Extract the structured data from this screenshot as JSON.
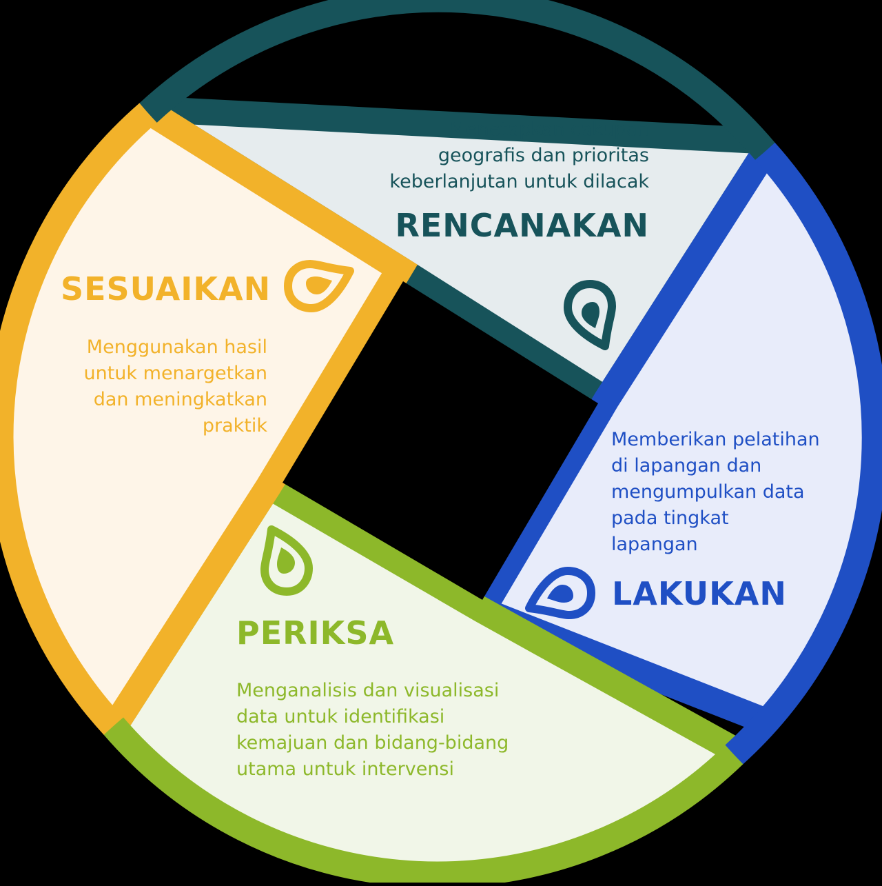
{
  "colors": {
    "background": "#000000",
    "rencanakan": "#17535A",
    "lakukan": "#1F4FC4",
    "periksa": "#8DB82A",
    "sesuaikan": "#F2B22A"
  },
  "segments": {
    "rencanakan": {
      "title": "RENCANAKAN",
      "description": "Menetapkan cakupan\ngeografis dan prioritas\nkeberlanjutan untuk dilacak",
      "icon": "drop-pin-icon",
      "fill": "#E6ECEE"
    },
    "lakukan": {
      "title": "LAKUKAN",
      "description": "Memberikan pelatihan\ndi lapangan dan\nmengumpulkan data\npada tingkat\nlapangan",
      "icon": "drop-pin-icon",
      "fill": "#E8ECFA"
    },
    "periksa": {
      "title": "PERIKSA",
      "description": "Menganalisis dan visualisasi\ndata untuk identifikasi\nkemajuan dan bidang-bidang\nutama untuk intervensi",
      "icon": "drop-pin-icon",
      "fill": "#F1F6E8"
    },
    "sesuaikan": {
      "title": "SESUAIKAN",
      "description": "Menggunakan hasil\nuntuk menargetkan\ndan meningkatkan\npraktik",
      "icon": "drop-pin-icon",
      "fill": "#FEF5E8"
    }
  }
}
